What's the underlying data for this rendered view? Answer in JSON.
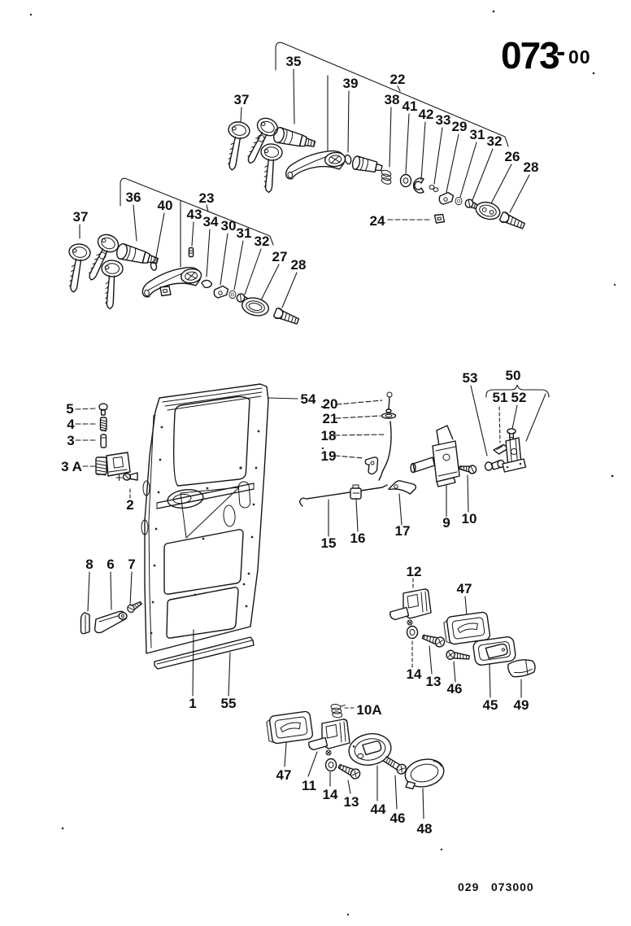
{
  "page": {
    "title_main": "073",
    "title_dash": "-",
    "title_sub": "00",
    "footer_code_left": "029",
    "footer_code_right": "073000"
  },
  "colors": {
    "ink": "#161616",
    "paper": "#ffffff"
  },
  "callouts": {
    "c35": "35",
    "c37_top": "37",
    "c39": "39",
    "c22": "22",
    "c38": "38",
    "c41": "41",
    "c42": "42",
    "c33": "33",
    "c29": "29",
    "c31_top": "31",
    "c32_top": "32",
    "c26": "26",
    "c28_top": "28",
    "c24": "24",
    "c37_mid": "37",
    "c36": "36",
    "c40": "40",
    "c23": "23",
    "c43": "43",
    "c34": "34",
    "c30": "30",
    "c31_mid": "31",
    "c32_mid": "32",
    "c27": "27",
    "c28_mid": "28",
    "c54": "54",
    "c5": "5",
    "c4": "4",
    "c3": "3",
    "c3a": "3 A",
    "c2": "2",
    "c8": "8",
    "c6": "6",
    "c7": "7",
    "c1": "1",
    "c55": "55",
    "c20": "20",
    "c21": "21",
    "c18": "18",
    "c19": "19",
    "c15": "15",
    "c16": "16",
    "c17": "17",
    "c9": "9",
    "c10": "10",
    "c53": "53",
    "c50": "50",
    "c51": "51",
    "c52": "52",
    "c12": "12",
    "c47_mid": "47",
    "c14_mid": "14",
    "c13_mid": "13",
    "c46_mid": "46",
    "c45": "45",
    "c49": "49",
    "c10a": "10A",
    "c47_bot": "47",
    "c11": "11",
    "c14_bot": "14",
    "c13_bot": "13",
    "c44": "44",
    "c46_bot": "46",
    "c48": "48"
  }
}
